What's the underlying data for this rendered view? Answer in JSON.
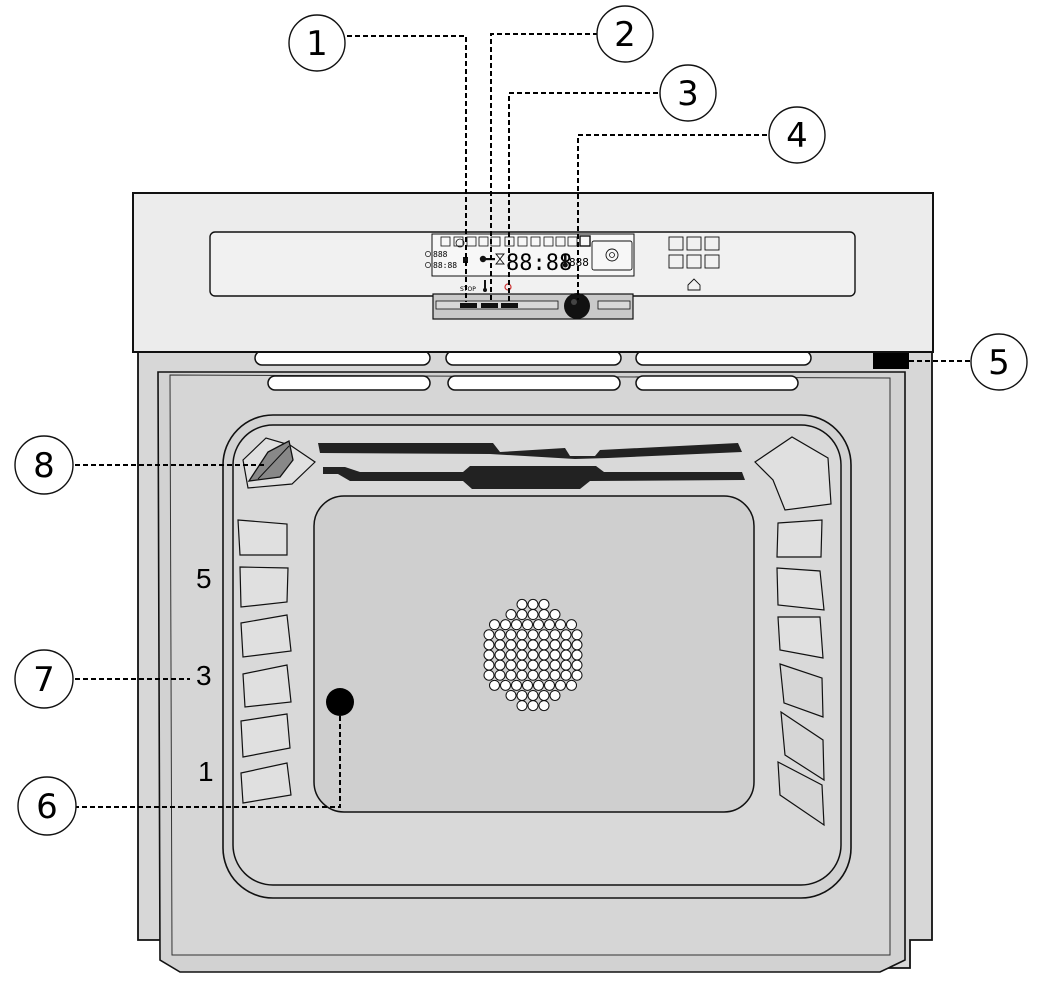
{
  "callouts": [
    {
      "label": "1"
    },
    {
      "label": "2"
    },
    {
      "label": "3"
    },
    {
      "label": "4"
    },
    {
      "label": "5"
    },
    {
      "label": "6"
    },
    {
      "label": "7"
    },
    {
      "label": "8"
    }
  ],
  "shelf_levels": [
    "5",
    "3",
    "1"
  ],
  "display": {
    "time_digits": "88:88",
    "temp_digits": "888",
    "mini_digits_top": "888",
    "mini_digits_bottom": "88:88",
    "stop_label": "STOP"
  },
  "colors": {
    "body": "#d9d9d9",
    "panel": "#eeeeee",
    "stroke": "#111111",
    "dark": "#2b2b2b",
    "accent_red": "#cc3333"
  },
  "icons": [
    "fan-icon",
    "lock-key-icon",
    "hourglass-icon",
    "thermometer-icon",
    "clock-icon",
    "bell-icon",
    "knob-icon"
  ]
}
